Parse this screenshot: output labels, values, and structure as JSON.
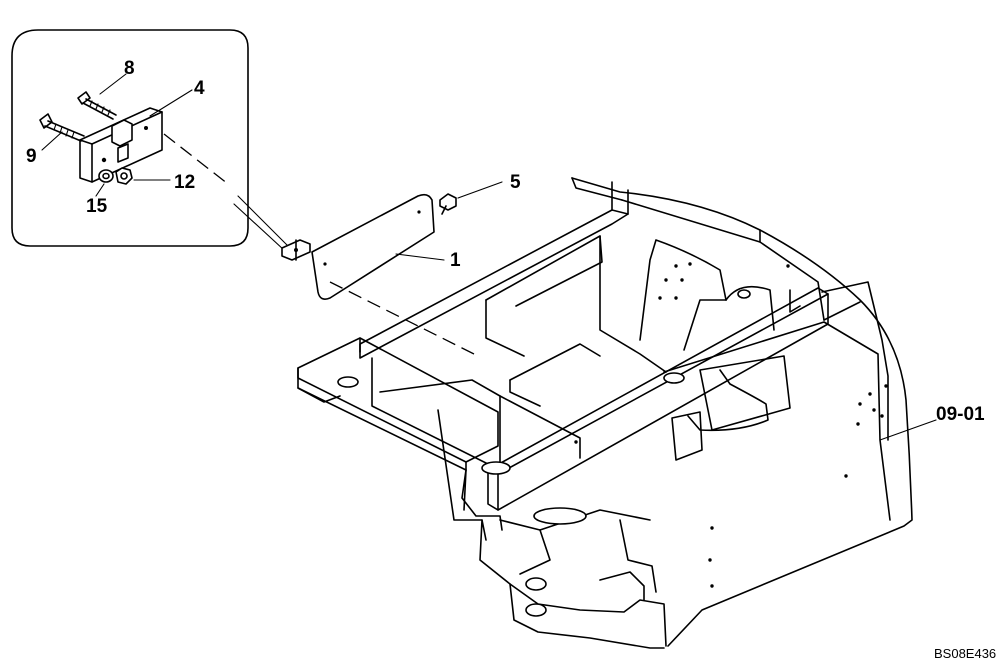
{
  "callouts": {
    "c8": "8",
    "c4": "4",
    "c9": "9",
    "c12": "12",
    "c15": "15",
    "c5": "5",
    "c1": "1",
    "c0901": "09-01"
  },
  "drawing_code": "BS08E436",
  "colors": {
    "line": "#000000",
    "background": "#ffffff"
  }
}
